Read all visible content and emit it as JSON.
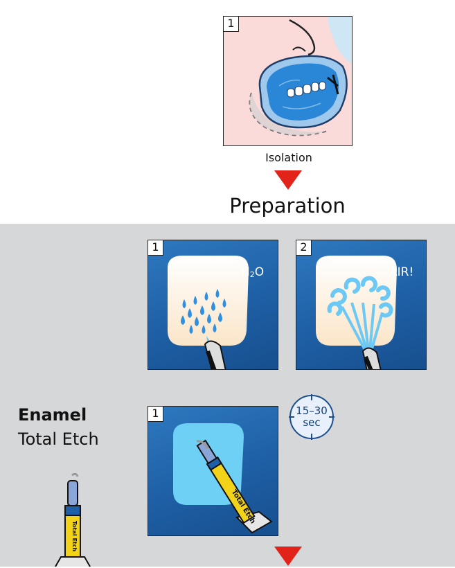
{
  "steps": {
    "isolation": {
      "number": "1",
      "caption": "Isolation"
    },
    "preparation": {
      "heading": "Preparation",
      "panels": [
        {
          "number": "1",
          "label": "H2O"
        },
        {
          "number": "2",
          "label": "AIR!"
        }
      ]
    },
    "enamel": {
      "title": "Enamel",
      "subtitle": "Total Etch",
      "panel_number": "1",
      "timer": {
        "range": "15–30",
        "unit": "sec"
      },
      "syringe_label": "Total Etch"
    }
  },
  "colors": {
    "arrow_red": "#e2231a",
    "panel_blue": "#2370b8",
    "grey_background": "#d6d7d9",
    "skin_pink": "#fbd9d8"
  }
}
